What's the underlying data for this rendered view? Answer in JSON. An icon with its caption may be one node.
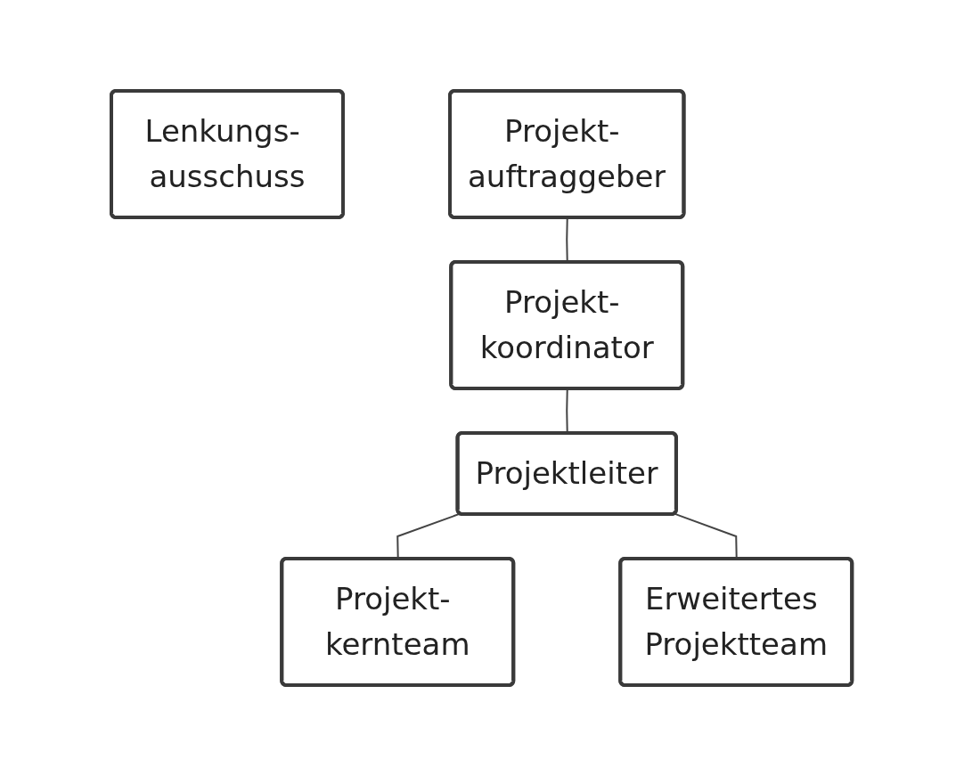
{
  "diagram": {
    "nodes": [
      {
        "text": [
          "Lenkungs- ausschuss"
        ]
      },
      {
        "text": [
          "Projekt- auftraggeber"
        ]
      },
      {
        "text": [
          "Projekt- koordinator"
        ]
      },
      {
        "text": [
          "Projektleiter"
        ]
      },
      {
        "text": [
          "Projekt- kernteam"
        ]
      },
      {
        "text": [
          "Erweitertes Projektteam"
        ]
      }
    ],
    "edges": [
      {
        "from": 1,
        "to": 2,
        "arrow": "none"
      },
      {
        "from": 2,
        "to": 3,
        "arrow": "none"
      },
      {
        "from": 3,
        "to": 4,
        "arrow": "none"
      },
      {
        "from": 3,
        "to": 5,
        "arrow": "none"
      }
    ]
  }
}
